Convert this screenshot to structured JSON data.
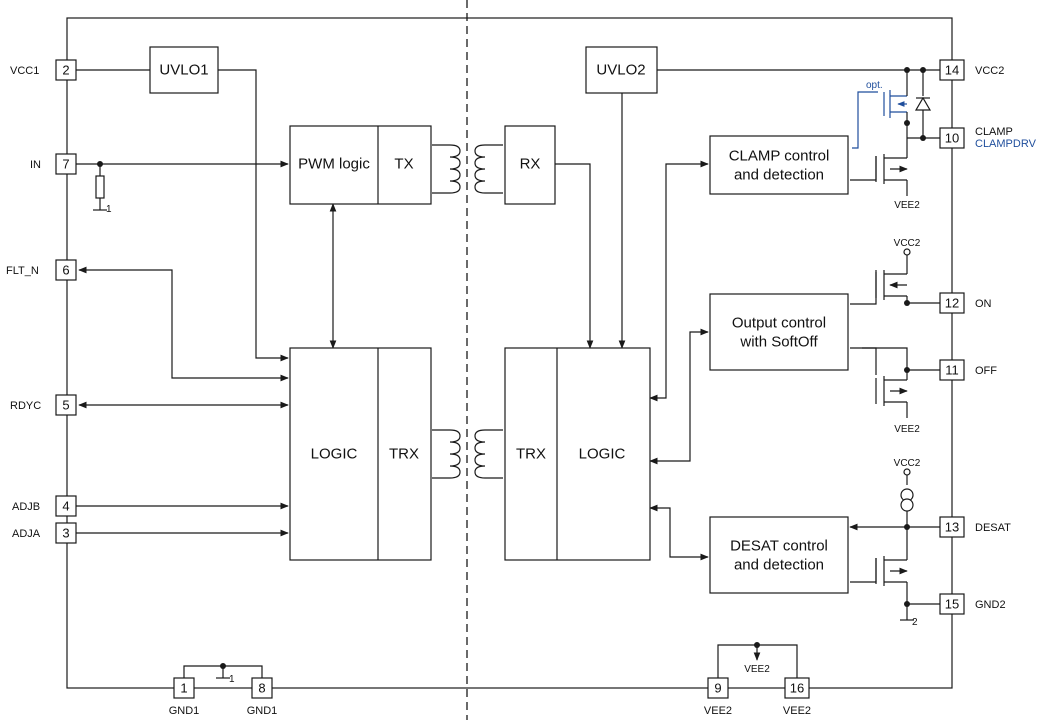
{
  "pins": {
    "p2": {
      "num": "2",
      "label": "VCC1"
    },
    "p7": {
      "num": "7",
      "label": "IN"
    },
    "p6": {
      "num": "6",
      "label": "FLT_N"
    },
    "p5": {
      "num": "5",
      "label": "RDYC"
    },
    "p4": {
      "num": "4",
      "label": "ADJB"
    },
    "p3": {
      "num": "3",
      "label": "ADJA"
    },
    "p1": {
      "num": "1",
      "label": "GND1"
    },
    "p8": {
      "num": "8",
      "label": "GND1"
    },
    "p9": {
      "num": "9",
      "label": "VEE2"
    },
    "p16": {
      "num": "16",
      "label": "VEE2"
    },
    "p14": {
      "num": "14",
      "label": "VCC2"
    },
    "p10": {
      "num": "10",
      "label": "CLAMP",
      "label2": "CLAMPDRV"
    },
    "p12": {
      "num": "12",
      "label": "ON"
    },
    "p11": {
      "num": "11",
      "label": "OFF"
    },
    "p13": {
      "num": "13",
      "label": "DESAT"
    },
    "p15": {
      "num": "15",
      "label": "GND2"
    }
  },
  "blocks": {
    "uvlo1": "UVLO1",
    "uvlo2": "UVLO2",
    "pwm_logic": "PWM logic",
    "tx": "TX",
    "rx": "RX",
    "logic_left": "LOGIC",
    "trx_left": "TRX",
    "trx_right": "TRX",
    "logic_right": "LOGIC",
    "clamp_line1": "CLAMP control",
    "clamp_line2": "and detection",
    "output_line1": "Output control",
    "output_line2": "with SoftOff",
    "desat_line1": "DESAT control",
    "desat_line2": "and detection"
  },
  "annotations": {
    "opt": "opt.",
    "ground_1": "1",
    "ground_2": "2",
    "vee2": "VEE2",
    "vcc2": "VCC2"
  }
}
